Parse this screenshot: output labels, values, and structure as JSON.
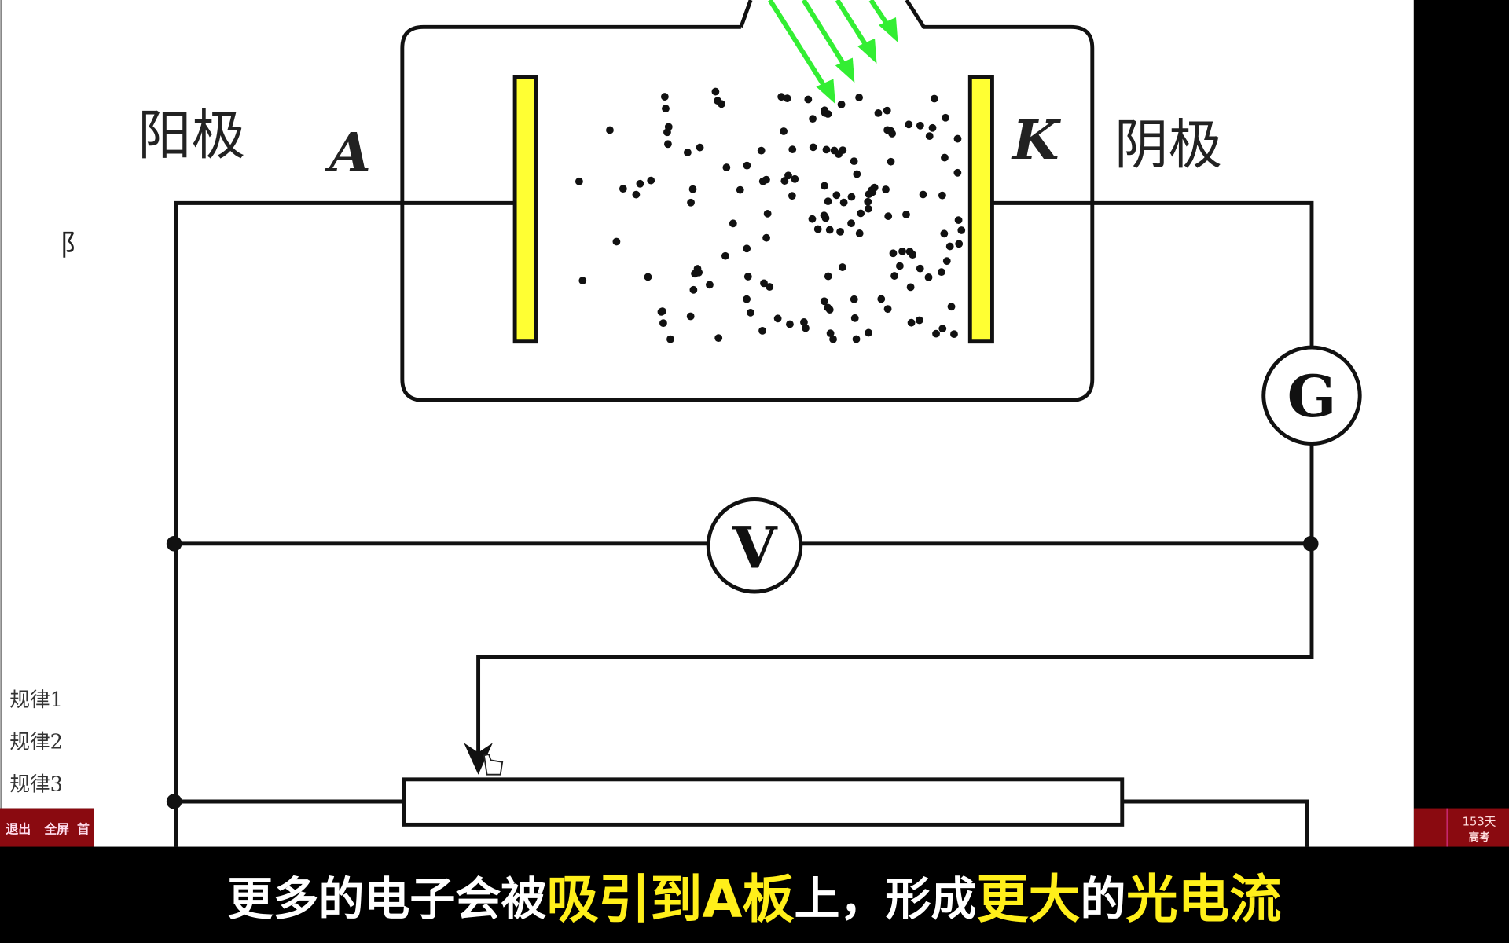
{
  "side_panel": {
    "partial_char": "阝",
    "items": [
      "规律1",
      "规律2",
      "规律3"
    ]
  },
  "toolbar": {
    "exit": "退出",
    "fullscreen": "全屏",
    "partial": "首"
  },
  "countdown": {
    "days": "153天",
    "label": "高考"
  },
  "diagram": {
    "anode_label": "阳极",
    "anode_symbol": "A",
    "cathode_label": "阴极",
    "cathode_symbol": "K",
    "galvanometer": "G",
    "voltmeter": "V",
    "colors": {
      "plate": "#ffff33",
      "light": "#33ee33"
    }
  },
  "subtitle": {
    "parts": [
      {
        "text": "更多的电子会被",
        "highlight": false
      },
      {
        "text": "吸引到A板",
        "highlight": true
      },
      {
        "text": "上，形成",
        "highlight": false
      },
      {
        "text": "更大",
        "highlight": true
      },
      {
        "text": "的",
        "highlight": false
      },
      {
        "text": "光电流",
        "highlight": true
      }
    ]
  }
}
